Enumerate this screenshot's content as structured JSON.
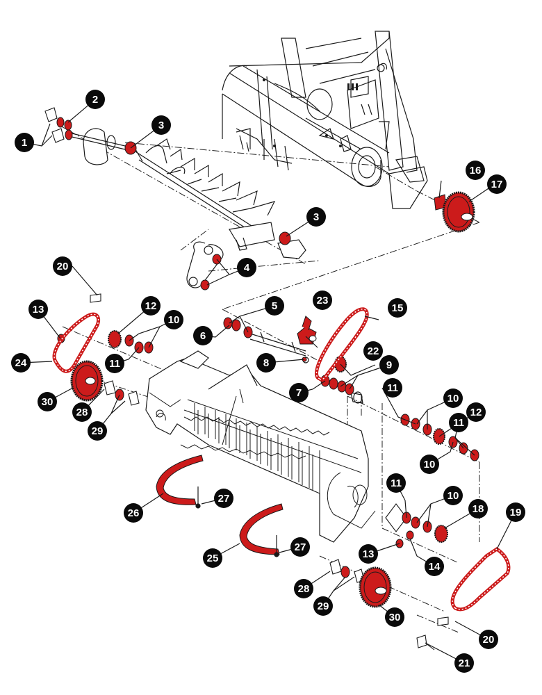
{
  "diagram": {
    "callouts": [
      {
        "id": "c1",
        "label": "1"
      },
      {
        "id": "c2",
        "label": "2"
      },
      {
        "id": "c3a",
        "label": "3"
      },
      {
        "id": "c3b",
        "label": "3"
      },
      {
        "id": "c4",
        "label": "4"
      },
      {
        "id": "c5",
        "label": "5"
      },
      {
        "id": "c6",
        "label": "6"
      },
      {
        "id": "c7",
        "label": "7"
      },
      {
        "id": "c8",
        "label": "8"
      },
      {
        "id": "c9",
        "label": "9"
      },
      {
        "id": "c10a",
        "label": "10"
      },
      {
        "id": "c10b",
        "label": "10"
      },
      {
        "id": "c10c",
        "label": "10"
      },
      {
        "id": "c10d",
        "label": "10"
      },
      {
        "id": "c11a",
        "label": "11"
      },
      {
        "id": "c11b",
        "label": "11"
      },
      {
        "id": "c11c",
        "label": "11"
      },
      {
        "id": "c11d",
        "label": "11"
      },
      {
        "id": "c12a",
        "label": "12"
      },
      {
        "id": "c12b",
        "label": "12"
      },
      {
        "id": "c13a",
        "label": "13"
      },
      {
        "id": "c13b",
        "label": "13"
      },
      {
        "id": "c14",
        "label": "14"
      },
      {
        "id": "c15",
        "label": "15"
      },
      {
        "id": "c16",
        "label": "16"
      },
      {
        "id": "c17",
        "label": "17"
      },
      {
        "id": "c18",
        "label": "18"
      },
      {
        "id": "c19",
        "label": "19"
      },
      {
        "id": "c20a",
        "label": "20"
      },
      {
        "id": "c20b",
        "label": "20"
      },
      {
        "id": "c21",
        "label": "21"
      },
      {
        "id": "c22",
        "label": "22"
      },
      {
        "id": "c23",
        "label": "23"
      },
      {
        "id": "c24",
        "label": "24"
      },
      {
        "id": "c25",
        "label": "25"
      },
      {
        "id": "c26",
        "label": "26"
      },
      {
        "id": "c27a",
        "label": "27"
      },
      {
        "id": "c27b",
        "label": "27"
      },
      {
        "id": "c28a",
        "label": "28"
      },
      {
        "id": "c28b",
        "label": "28"
      },
      {
        "id": "c29a",
        "label": "29"
      },
      {
        "id": "c29b",
        "label": "29"
      },
      {
        "id": "c30a",
        "label": "30"
      },
      {
        "id": "c30b",
        "label": "30"
      }
    ],
    "colors": {
      "highlight": "#cc1b1b",
      "line": "#1a1a1a",
      "callout_fill": "#0a0a0a",
      "callout_text": "#ffffff",
      "background": "#ffffff"
    }
  }
}
